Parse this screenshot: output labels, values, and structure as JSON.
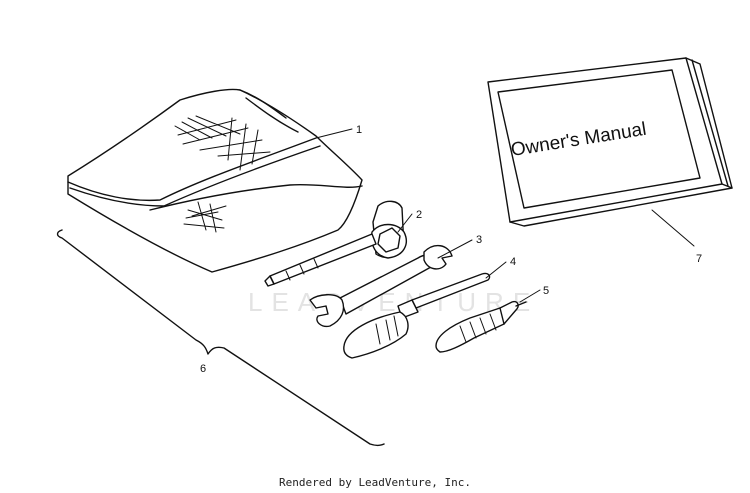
{
  "diagram": {
    "manual_label": "Owner's Manual",
    "watermark": "LEADVENTURE",
    "callouts": [
      {
        "id": "1",
        "part": "tool-pouch"
      },
      {
        "id": "2",
        "part": "spark-plug-socket-wrench"
      },
      {
        "id": "3",
        "part": "open-end-wrench"
      },
      {
        "id": "4",
        "part": "screwdriver"
      },
      {
        "id": "5",
        "part": "screwdriver-handle"
      },
      {
        "id": "6",
        "part": "tool-kit-bracket"
      },
      {
        "id": "7",
        "part": "owners-manual"
      }
    ]
  },
  "footer": {
    "text": "Rendered by LeadVenture, Inc."
  }
}
